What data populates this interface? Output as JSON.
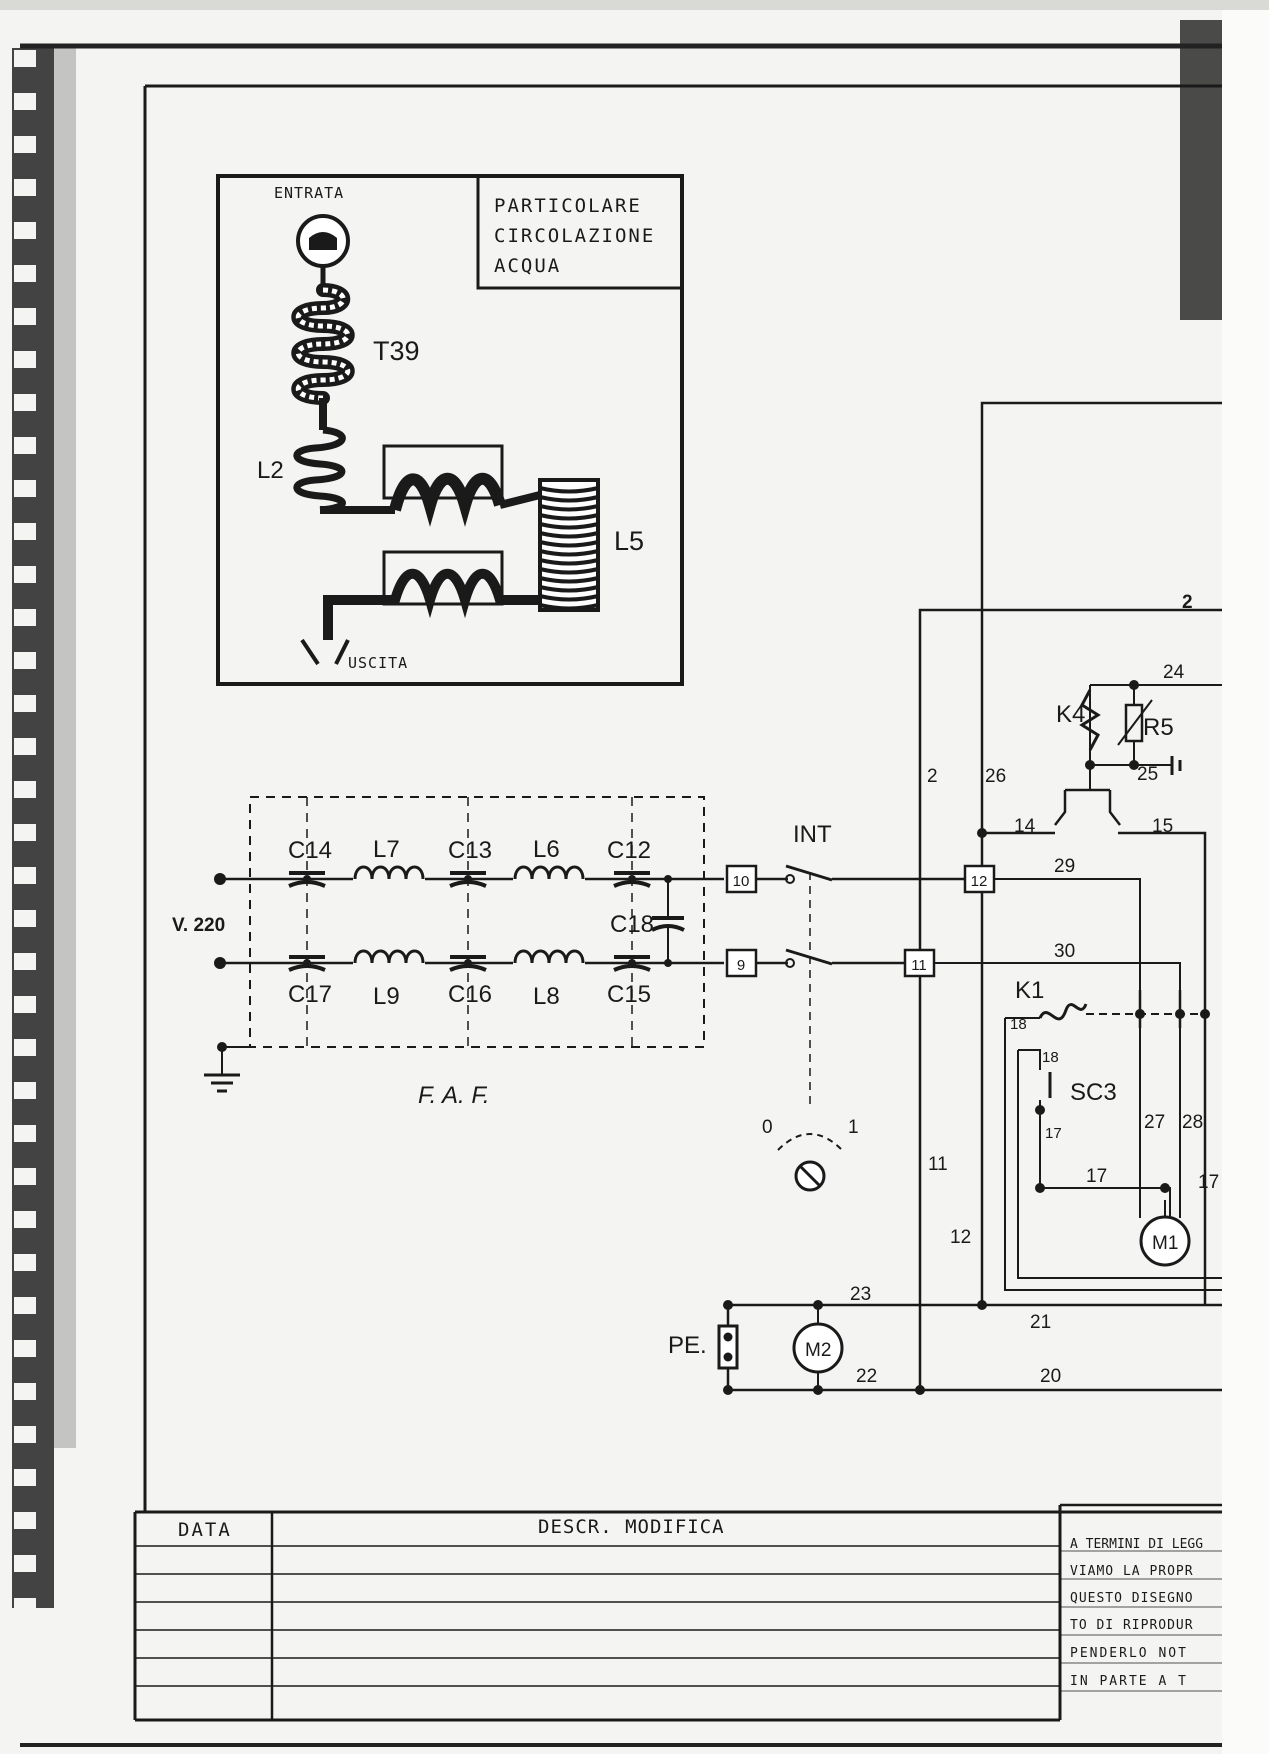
{
  "inset": {
    "entrata": "ENTRATA",
    "title_line1": "PARTICOLARE",
    "title_line2": "CIRCOLAZIONE",
    "title_line3": "ACQUA",
    "t39": "T39",
    "l2": "L2",
    "l5": "L5",
    "uscita": "USCITA"
  },
  "filter": {
    "label": "F. A. F.",
    "supply": "V. 220",
    "caps_top": [
      "C14",
      "C13",
      "C12"
    ],
    "caps_bottom": [
      "C17",
      "C16",
      "C15"
    ],
    "coils_top": [
      "L7",
      "L6"
    ],
    "coils_bottom": [
      "L9",
      "L8"
    ],
    "c18": "C18"
  },
  "circuit": {
    "int": "INT",
    "terminals": [
      "10",
      "9",
      "12",
      "11"
    ],
    "switch_pos_0": "0",
    "switch_pos_1": "1",
    "k4": "K4",
    "r5": "R5",
    "k1": "K1",
    "sc3": "SC3",
    "m1": "M1",
    "m2": "M2",
    "pe": "PE.",
    "wires": {
      "w2a": "2",
      "w2b": "2",
      "w24": "24",
      "w25": "25",
      "w26": "26",
      "w14": "14",
      "w15": "15",
      "w29": "29",
      "w30": "30",
      "w18a": "18",
      "w18b": "18",
      "w17a": "17",
      "w17b": "17",
      "w17c": "17",
      "w27": "27",
      "w28": "28",
      "w11": "11",
      "w12": "12",
      "w23": "23",
      "w22": "22",
      "w21": "21",
      "w20": "20"
    }
  },
  "title_block": {
    "data_header": "DATA",
    "descr_header": "DESCR. MODIFICA",
    "legal_lines": [
      "A TERMINI DI LEGG",
      "VIAMO LA PROPR",
      "QUESTO DISEGNO",
      "TO DI RIPRODUR",
      "PENDERLO NOT",
      "IN PARTE A T"
    ]
  }
}
